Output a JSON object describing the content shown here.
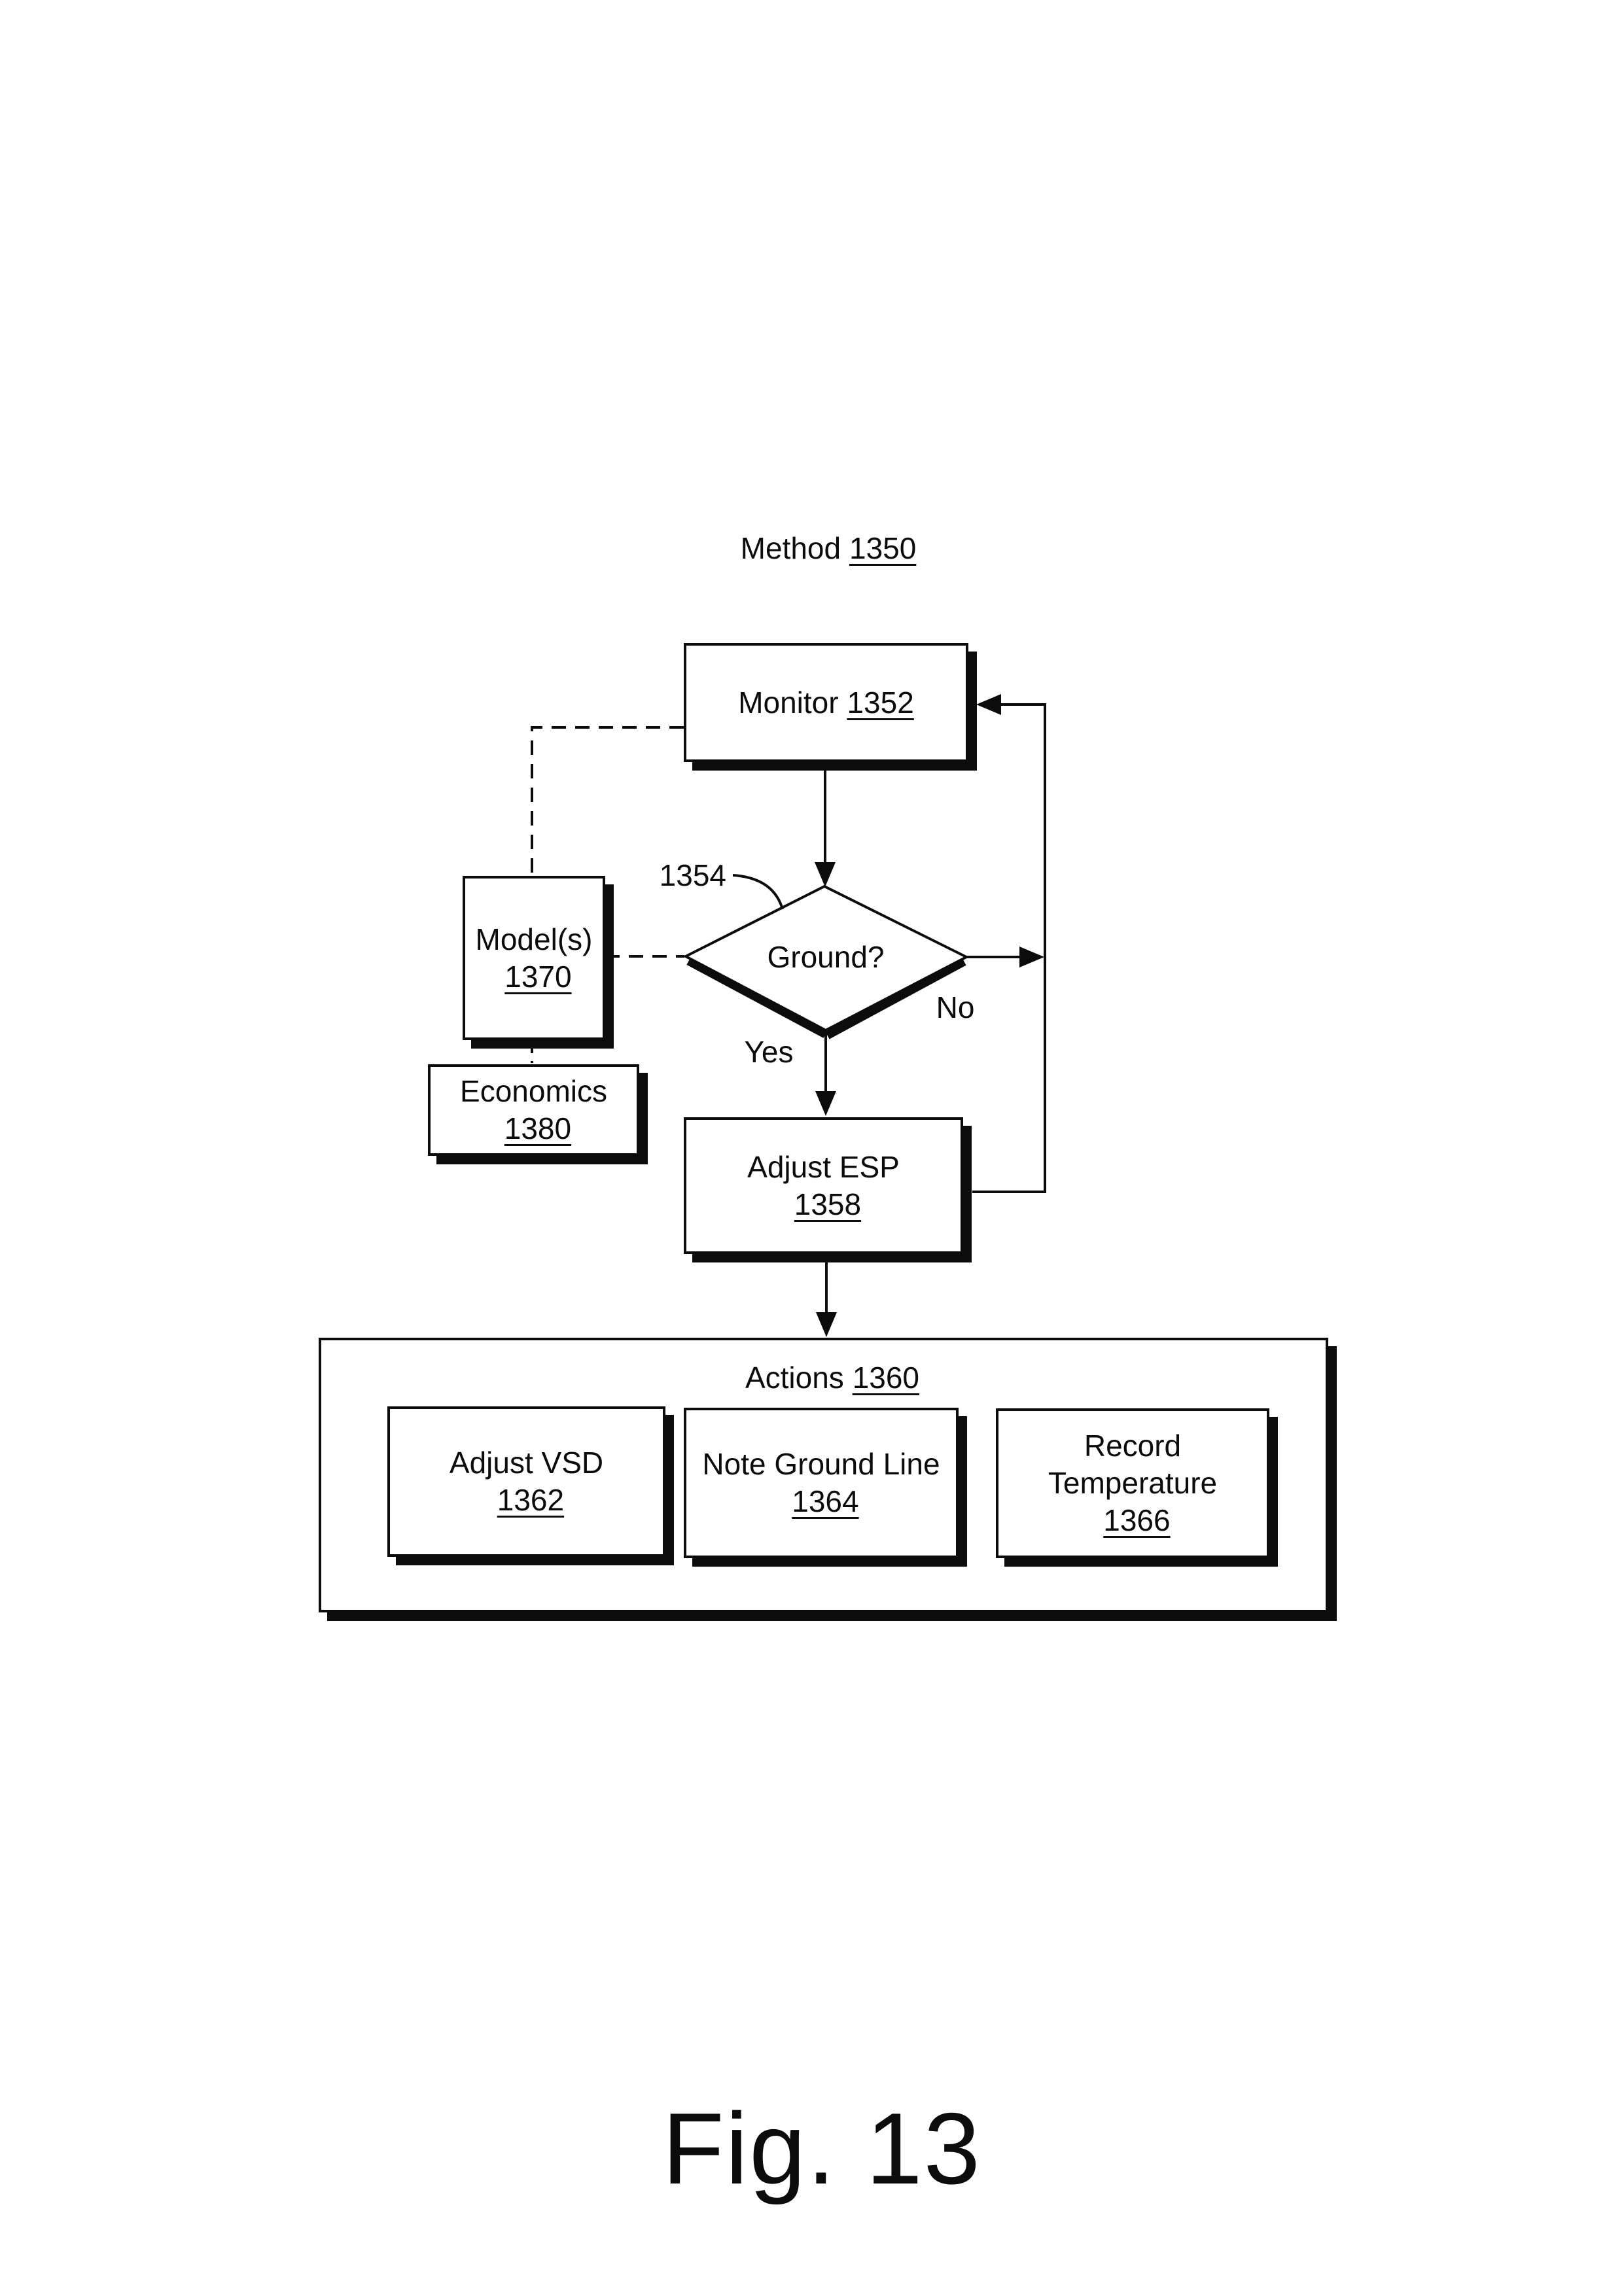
{
  "title": {
    "label": "Method",
    "ref": "1350"
  },
  "caption": "Fig. 13",
  "nodes": {
    "monitor": {
      "label": "Monitor",
      "ref": "1352"
    },
    "decision": {
      "label": "Ground?",
      "ref": "1354"
    },
    "models": {
      "label": "Model(s)",
      "ref": "1370"
    },
    "economics": {
      "label": "Economics",
      "ref": "1380"
    },
    "adjust_esp": {
      "label": "Adjust ESP",
      "ref": "1358"
    },
    "actions": {
      "label": "Actions",
      "ref": "1360"
    },
    "adjust_vsd": {
      "label": "Adjust VSD",
      "ref": "1362"
    },
    "note_ground_line": {
      "label": "Note Ground Line",
      "ref": "1364"
    },
    "record_temperature": {
      "label1": "Record",
      "label2": "Temperature",
      "ref": "1366"
    }
  },
  "labels": {
    "yes": "Yes",
    "no": "No"
  },
  "edges": [
    {
      "from": "monitor",
      "to": "decision",
      "style": "solid"
    },
    {
      "from": "decision",
      "to": "adjust_esp",
      "label": "Yes",
      "style": "solid"
    },
    {
      "from": "decision",
      "to": "feedback-line",
      "label": "No",
      "style": "solid"
    },
    {
      "from": "adjust_esp",
      "to": "monitor",
      "style": "solid"
    },
    {
      "from": "adjust_esp",
      "to": "actions",
      "style": "solid"
    },
    {
      "from": "monitor",
      "to": "models",
      "style": "dashed"
    },
    {
      "from": "models",
      "to": "decision",
      "style": "dashed"
    },
    {
      "from": "models",
      "to": "economics",
      "style": "dashed"
    }
  ],
  "colors": {
    "ink": "#0c0c0c",
    "paper": "#ffffff"
  }
}
